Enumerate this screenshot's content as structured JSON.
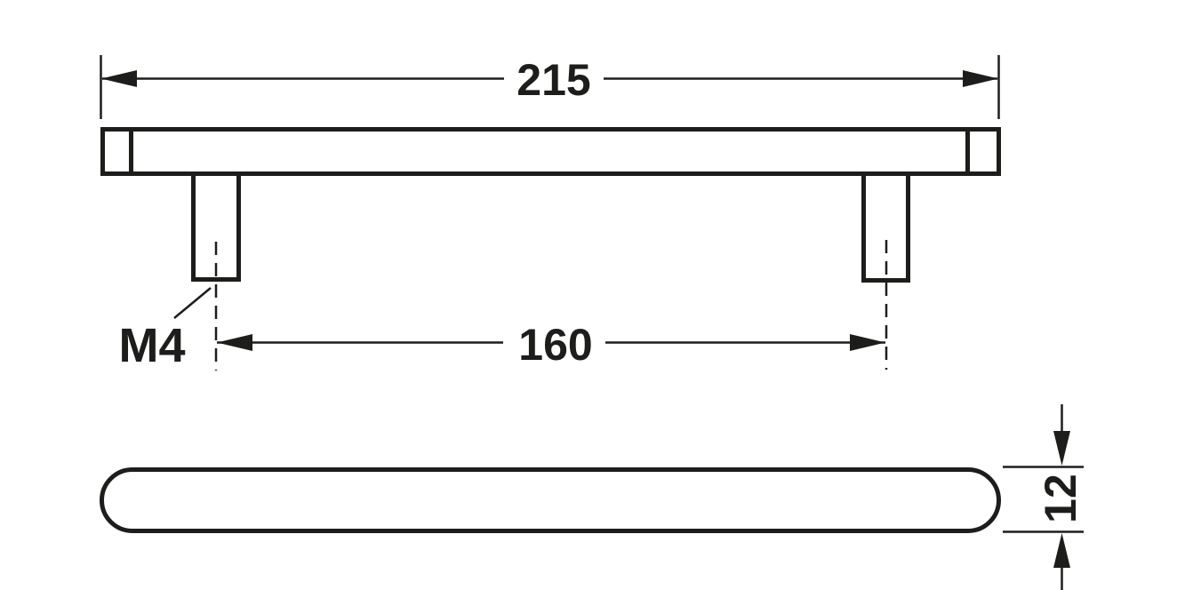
{
  "colors": {
    "line": "#1d1d1b",
    "background": "#ffffff"
  },
  "front_view": {
    "overall_length_label": "215",
    "hole_spacing_label": "160",
    "thread_label": "M4"
  },
  "side_view": {
    "thickness_label": "12"
  }
}
